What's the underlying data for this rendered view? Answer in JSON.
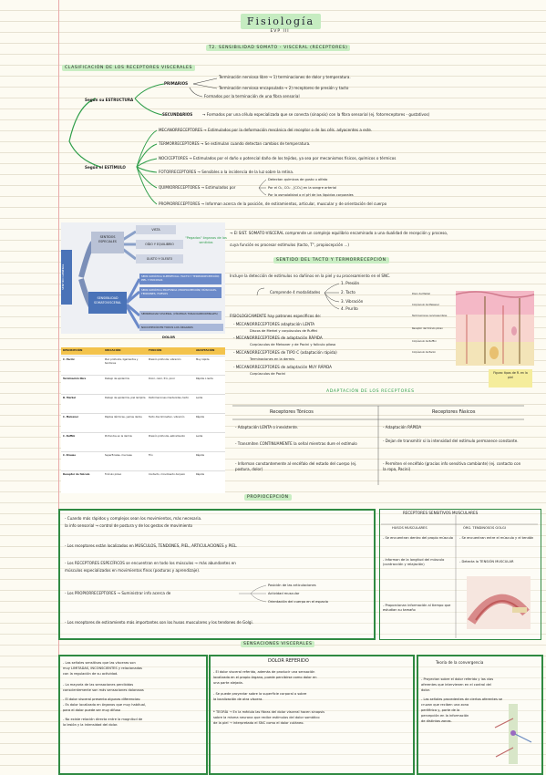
{
  "header": {
    "title": "Fisiología",
    "subtitle": "EVP III"
  },
  "unit": {
    "title": "T2. SENSIBILIDAD SOMATO - VISCERAL (RECEPTORES)"
  },
  "classification": {
    "title": "CLASIFICACIÓN DE LOS RECEPTORES VISCERALES",
    "by_structure": "Según su ESTRUCTURA",
    "by_stimulus": "Según el ESTÍMULO",
    "primarios": "PRIMARIOS",
    "primarios_1": "Terminación nerviosa libre → 1) terminaciones de dolor y temperatura.",
    "primarios_2": "Terminación nerviosa encapsulada → 2) receptores de presión y tacto",
    "primarios_3": "Formados por la terminación de una fibra sensorial",
    "secundarios": "SECUNDARIOS",
    "secundarios_1": "→ Formados por una célula especializada que se conecta (sinapsis) con la fibra sensorial (ej. fotorreceptores - gustativos)",
    "stimulus": [
      "MECANORRECEPTORES → Estimulados por la deformación mecánica del receptor o de las céls. adyacentes a este.",
      "TERMORRECEPTORES → Se estimulan cuando detectan cambios de temperatura.",
      "NOCICEPTORES → Estimulados por el daño o potencial daño de los tejidos, ya sea por mecanismos físicos, químicos o térmicos",
      "FOTORRECEPTORES → Sensibles a la incidencia de la luz sobre la retina.",
      "QUIMIORRECEPTORES → Estimulados por",
      "PROPIORRECEPTORES → Informan acerca de la posición, de estiramientos, articular, muscular y de orientación del cuerpo"
    ],
    "quimio_details": [
      "Detectan químicos de gusto u olfato",
      "Por el O₂, CO₂ , [CO₂] en la sangre arterial",
      "Por la osmolalidad o el pH de los líquidos corporales"
    ]
  },
  "diagram": {
    "vista": "VISTA",
    "oido": "OÍDO Y EQUILIBRIO",
    "gusto": "GUSTO Y OLFATO",
    "especiales": "SENTIDOS ESPECIALES",
    "general": "SENTIDO GENERAL",
    "somatovisceral": "SENSIBILIDAD SOMATOVISCERAL",
    "sup": "SENS SOMÁTICA SUPERFICIAL (TACTO Y TERMORRECEPCIÓN) PIEL Y MUCOSAS",
    "prof": "SENS SOMÁTICA PROFUNDA (PROPIOCEPCIÓN) MÚSCULOS, TENDONES, HUESOS",
    "visceral": "SENSIBILIDAD VISCERAL (VÍSCERAS TORACOABDOMINALES)",
    "nocicepcion": "NOCICEPCIÓN EN TODOS LOS ÓRGANOS",
    "dolor": "DOLOR",
    "note_especiales": "\"Pegados\" órganos de los sentidos"
  },
  "system": {
    "line1": "→ El SIST. SOMATO-VISCERAL comprende un complejo equilibrio encaminado a una dualidad de recepción y proceso,",
    "line2": "cuya función es procesar estímulos (tacto, T°, propiocepción ...)",
    "tacto_title": "SENTIDO DEL TACTO Y TERMORRECEPCIÓN",
    "tacto_1": "Incluye la detección de estímulos no dañinos en la piel y su procesamiento en el SNC.",
    "comprende": "Comprende 4 modalidades",
    "modalidades": [
      "1. Presión",
      "2. Tacto",
      "3. Vibración",
      "4. Prurito"
    ],
    "fisio": "FISIOLOGICAMENTE hay patrones específicos de:",
    "mec_1": "- MECANORRECEPTORES adaptación LENTA",
    "mec_1b": "Discos de Merkel y corpúsculos de Ruffini",
    "mec_2": "- MECANORRECEPTORES de adaptación RÁPIDA",
    "mec_2b": "Corpúsculos de Meissner y de Pacini y folículo piloso",
    "mec_3": "- MECANORRECEPTORES de TIPO C (adaptación rápida)",
    "mec_3b": "Terminaciones en la dermis",
    "mec_4": "- MECANORRECEPTORES de adaptación MUY RÁPIDA",
    "mec_4b": "Corpúsculos de Pacini",
    "skin_labels": [
      "Disco de Merkel",
      "Corpúsculo de Meissner",
      "Terminaciones nerviosas libres",
      "Receptor del folículo piloso",
      "Corpúsculo de Ruffini",
      "Corpúsculo de Pacini"
    ],
    "yellow_note": "Figura: tipos de R. en la piel"
  },
  "adaptation": {
    "title": "ADAPTACIÓN DE LOS RECEPTORES",
    "tonic_title": "Receptores Tónicos",
    "phasic_title": "Receptores Fásicos",
    "tonic": [
      "- Adaptación LENTA o inexistente.",
      "- Transmiten CONTINUAMENTE la señal mientras dure el estímulo",
      "- Informan constantemente al encéfalo del estado del cuerpo (ej. postura, dolor)"
    ],
    "phasic": [
      "- Adaptación RÁPIDA",
      "- Dejan de transmitir si la intensidad del estímulo permanece constante.",
      "- Permiten el encéfalo (gracias info sensitiva cambiante) (ej. contacto con la ropa, Pacini)"
    ]
  },
  "receptor_table": {
    "headers": [
      "DESCRIPCIÓN",
      "UBICACIÓN",
      "FUNCIÓN",
      "ADAPTACIÓN"
    ],
    "rows": [
      [
        "C. Pacini",
        "Piel: profunda, ligamentos y tendones",
        "Presión profunda, vibración",
        "Muy rápida"
      ],
      [
        "Terminación libre",
        "Debajo de epidermis",
        "Dolor, calor, frío, picor",
        "Rápida o lenta"
      ],
      [
        "D. Merkel",
        "Debajo de epidermis, piel lampiña",
        "Deformaciones mantenidas, tacto",
        "Lenta"
      ],
      [
        "C. Meissner",
        "Papilas dérmicas, yemas dedos",
        "Tacto discriminativo, vibración",
        "Rápida"
      ],
      [
        "C. Ruffini",
        "Profundos en la dermis",
        "Presión profunda, estiramiento",
        "Lenta"
      ],
      [
        "C. Krause",
        "Superficiales, mucosas",
        "Frío",
        "Rápida"
      ],
      [
        "Receptor de folículo",
        "Folículo piloso",
        "Contacto, movimiento del pelo",
        "Rápida"
      ]
    ]
  },
  "proprio": {
    "title": "PROPIOCEPCIÓN",
    "items": [
      "- Cuando más rápidos y complejos sean los movimientos, más necesaria.",
      "  la info sensorial → control de postura y de los gestos de movimiento",
      "- Los receptores están localizados en MÚSCULOS, TENDONES, PIEL, ARTICULACIONES y PIEL.",
      "- Los RECEPTORES ESPECÍFICOS se encuentran en todo los músculos → más abundantes en",
      "  músculos especializados en movimientos finos (posturas y aprendizaje).",
      "- Los PROPIORRECEPTORES → Suministrar info acerca de",
      "- Los receptores de estiramiento más importantes son los husos musculares y los tendones de Golgi."
    ],
    "info": [
      "Posición de las articulaciones",
      "Actividad muscular",
      "Orientación del cuerpo en el espacio"
    ]
  },
  "muscle": {
    "title": "RECEPTORES SENSITIVOS MUSCULARES",
    "col1": "HUSOS MUSCULARES",
    "col2": "ÓRG. TENDINOSOS GOLGI",
    "husos": [
      "- Se encuentran dentro del propio músculo",
      "- Informan de la longitud del músculo (contracción y relajación)",
      "- Proporcionan información al tiempo que estudian su tamaño"
    ],
    "golgi": [
      "- Se encuentran entre el músculo y el tendón",
      "- Detecta la TENSIÓN MUSCULAR"
    ]
  },
  "visceral": {
    "title": "SENSACIONES VISCERALES",
    "box1": [
      "- Las señales sensitivas que las vísceras son",
      "  muy LIMITADAS, INCONSCIENTES y relacionadas",
      "  con la regulación de su actividad.",
      "- La mayoría de las sensaciones percibidas",
      "  conscientemente son más sensaciones dolorosas",
      "- El dolor visceral presenta algunas diferencias:",
      "  - Es dolor localizado en órganos que muy habitual,",
      "    para el dolor puede ser muy difuso",
      "  - No existe relación directa entre la magnitud de",
      "    la lesión y la intensidad del dolor."
    ],
    "box2_title": "DOLOR REFERIDO",
    "box2": [
      "- El dolor visceral referido, además de producir una sensación",
      "  localizada en el propio órgano, puede percibirse como dolor en",
      "  una parte alejada.",
      "- Se puede proyectar sobre la superficie corporal o sobre",
      "  la localización de otra víscera.",
      "* TEORÍA → En la médula las fibras del dolor visceral hacen sinapsis",
      "  sobre la misma neurona que recibe estímulos del dolor somático",
      "  de la piel → interpretado el SNC como el dolor cutáneo."
    ],
    "box3_title": "Teoría de la convergencia",
    "box3": [
      "- Proyectan sobre el dolor referido y las vías",
      "  aferentes que intervienen en el control del",
      "  dolor.",
      "- Las señales procedentes de ciertos aferentes se",
      "  cruzan que reciben una zona",
      "  periférica y, parte de la",
      "  percepción en la información",
      "  de distintas zonas."
    ]
  },
  "colors": {
    "accent_green": "#2f9e4a",
    "highlight_green": "#c9eec3",
    "box_green": "#2f8a42",
    "table_yellow": "#f3c34c",
    "diagram_blue": "#4a73b8"
  }
}
